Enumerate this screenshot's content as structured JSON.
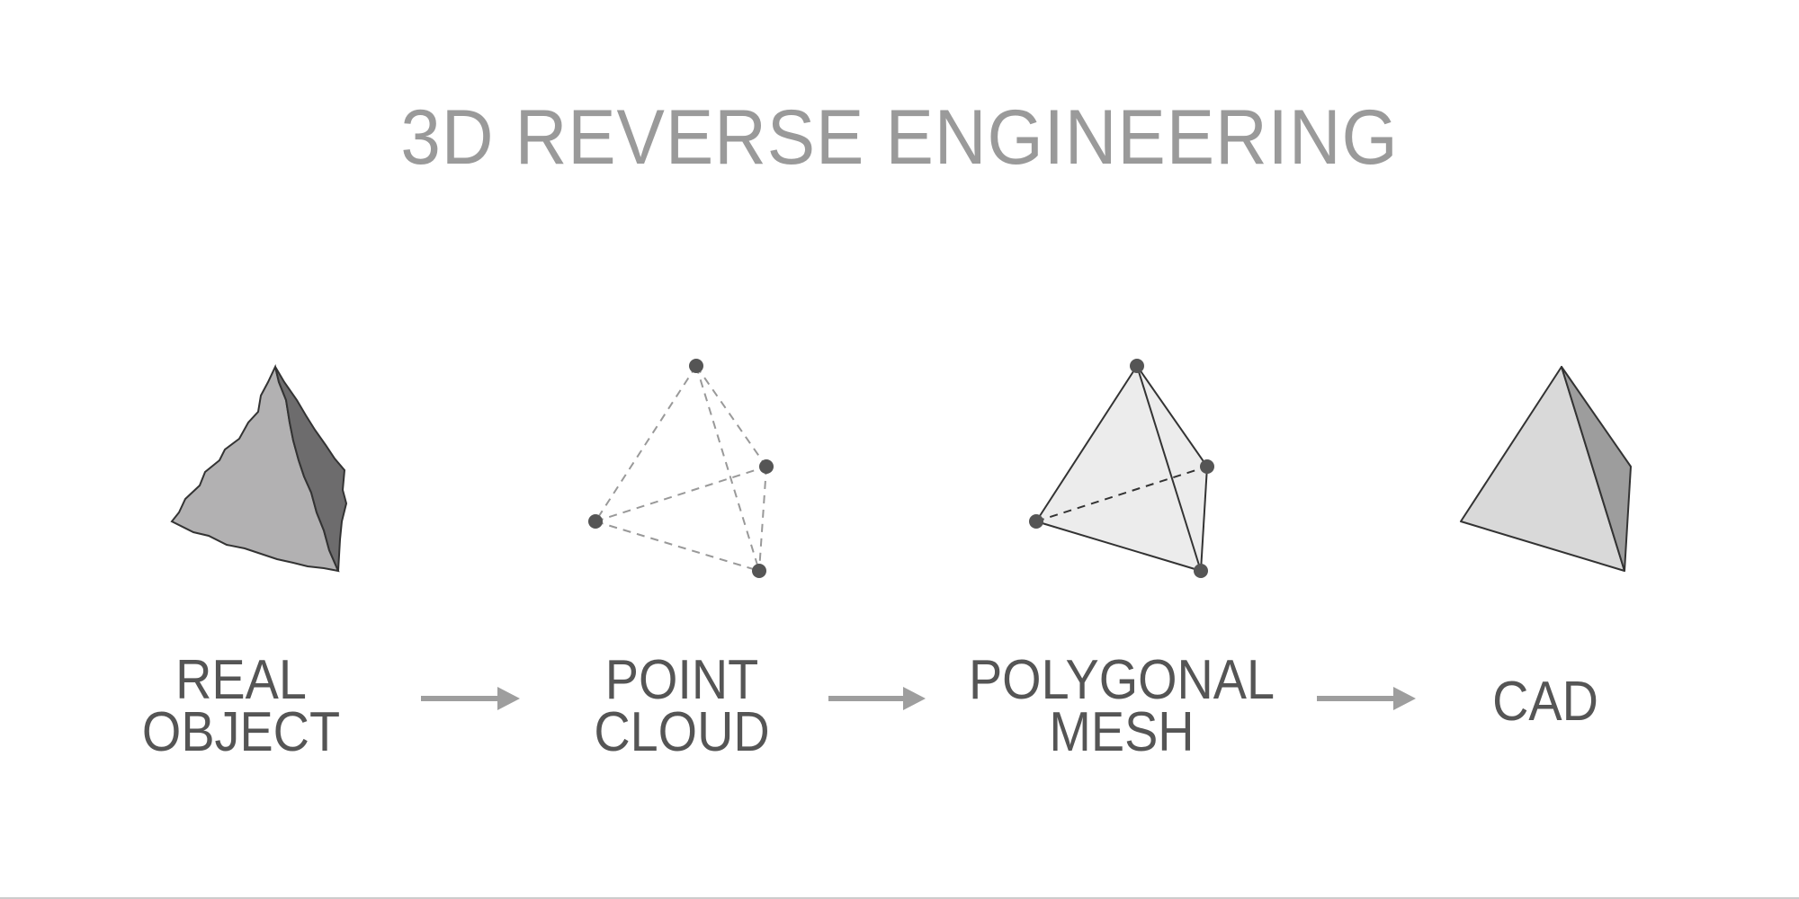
{
  "title": "3D REVERSE ENGINEERING",
  "steps": [
    {
      "line1": "REAL",
      "line2": "OBJECT"
    },
    {
      "line1": "POINT",
      "line2": "CLOUD"
    },
    {
      "line1": "POLYGONAL",
      "line2": "MESH"
    },
    {
      "line1": "CAD",
      "line2": ""
    }
  ],
  "colors": {
    "title": "#9a9a9a",
    "label": "#555555",
    "arrow": "#9e9e9e",
    "vertex": "#555555"
  }
}
